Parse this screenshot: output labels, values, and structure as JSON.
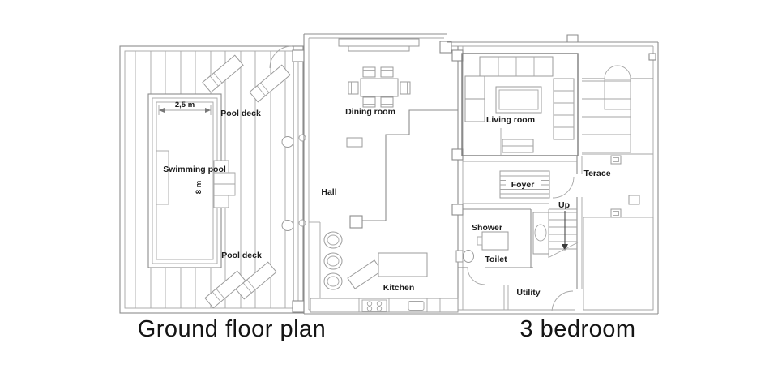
{
  "plan": {
    "titles": {
      "left": "Ground floor plan",
      "right": "3 bedroom"
    },
    "rooms": {
      "pool_deck_top": "Pool deck",
      "pool_deck_bottom": "Pool deck",
      "swimming_pool": "Swimming pool",
      "dining_room": "Dining room",
      "hall": "Hall",
      "kitchen": "Kitchen",
      "living_room": "Living room",
      "foyer": "Foyer",
      "terrace": "Terace",
      "up": "Up",
      "shower": "Shower",
      "toilet": "Toilet",
      "utility": "Utility"
    },
    "dimensions": {
      "pool_width": "2,5 m",
      "pool_length": "8 m"
    },
    "colors": {
      "line": "#a6a6a6",
      "wall": "#8c8c8c",
      "text": "#1b1b1b",
      "background": "#ffffff"
    }
  }
}
